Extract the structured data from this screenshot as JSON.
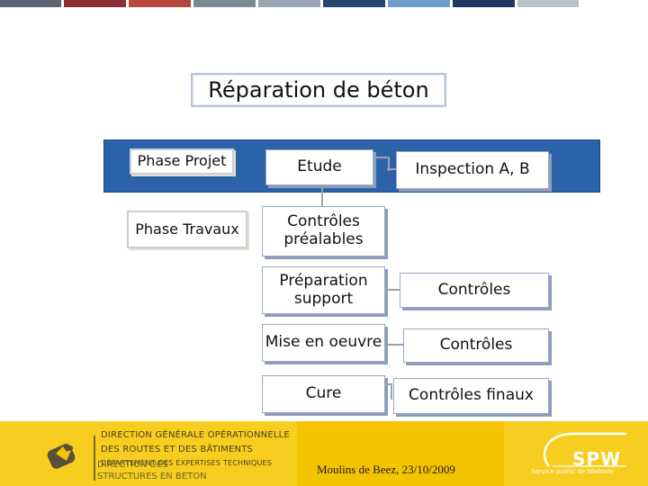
{
  "title": "Réparation  de béton",
  "phases": {
    "projet": "Phase Projet",
    "travaux": "Phase Travaux"
  },
  "steps": {
    "etude": "Etude",
    "inspection": "Inspection A, B",
    "controles_prealables_1": "Contrôles",
    "controles_prealables_2": "préalables",
    "preparation_1": "Préparation",
    "preparation_2": "support",
    "controles_1": "Contrôles",
    "mise_en_oeuvre": "Mise en oeuvre",
    "controles_2": "Contrôles",
    "cure": "Cure",
    "controles_finaux": "Contrôles finaux"
  },
  "footer": {
    "dgo_line1": "DIRECTION GÉNÉRALE OPÉRATIONNELLE",
    "dgo_line2": "DES ROUTES ET DES BÂTIMENTS",
    "dgo_line3": "DÉPARTEMENT DES EXPERTISES TECHNIQUES",
    "direction_line1": "DIRECTION DES",
    "direction_line2": "STRUCTURES EN BETON",
    "date_place": "Moulins de Beez, 23/10/2009",
    "spw_logo": "SPW",
    "spw_subtitle": "Service public de Wallonie"
  },
  "colors": {
    "band": "#2b62a8",
    "footer": "#f5c400",
    "stripe": [
      "#5a6472",
      "#8a2f34",
      "#b7463c",
      "#7a8a93",
      "#9aa6b2",
      "#274673",
      "#6f9fcf",
      "#1e3660",
      "#b9c0c8"
    ]
  }
}
